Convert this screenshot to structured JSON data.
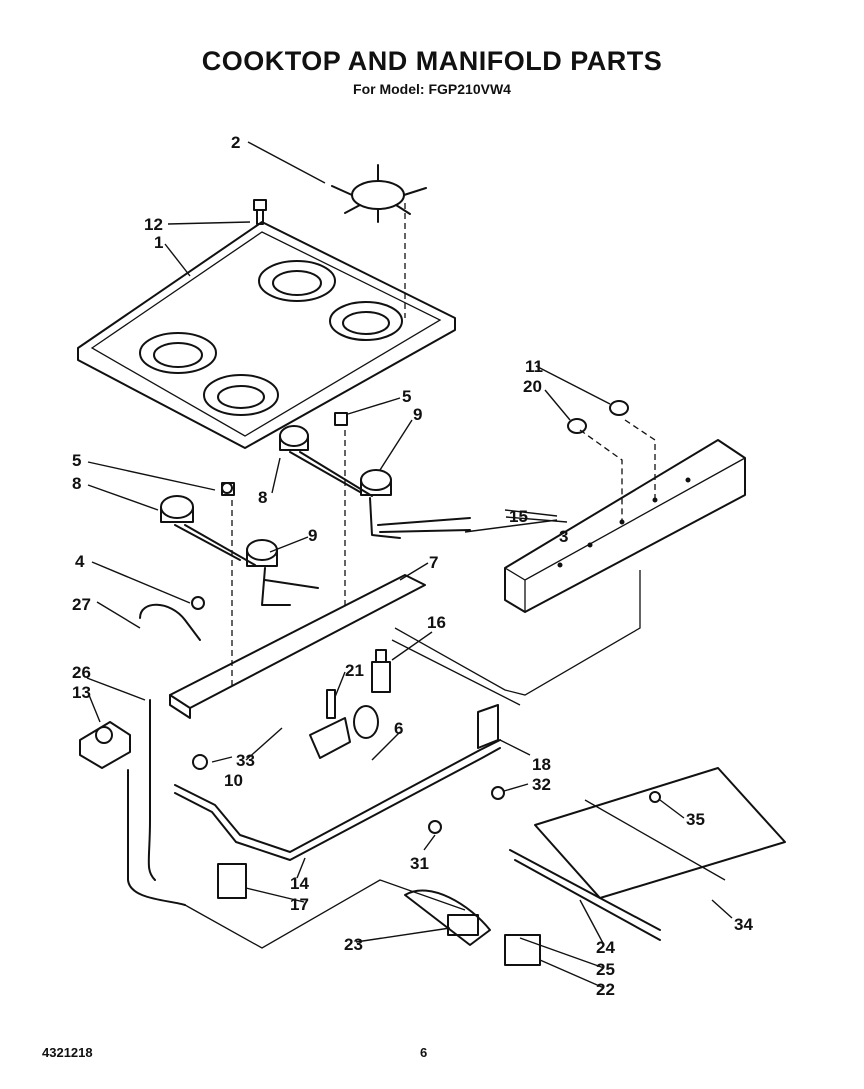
{
  "header": {
    "title": "COOKTOP AND MANIFOLD PARTS",
    "subtitle": "For Model: FGP210VW4"
  },
  "footer": {
    "doc_number": "4321218",
    "page_number": "6"
  },
  "callouts": {
    "c1": "1",
    "c2": "2",
    "c3": "3",
    "c4": "4",
    "c5a": "5",
    "c5b": "5",
    "c6": "6",
    "c7": "7",
    "c8a": "8",
    "c8b": "8",
    "c9a": "9",
    "c9b": "9",
    "c10": "10",
    "c11": "11",
    "c12": "12",
    "c13": "13",
    "c14": "14",
    "c15": "15",
    "c16": "16",
    "c17": "17",
    "c18": "18",
    "c20": "20",
    "c21": "21",
    "c22": "22",
    "c23": "23",
    "c24": "24",
    "c25": "25",
    "c26": "26",
    "c27": "27",
    "c31": "31",
    "c32": "32",
    "c33": "33",
    "c34": "34",
    "c35": "35"
  }
}
